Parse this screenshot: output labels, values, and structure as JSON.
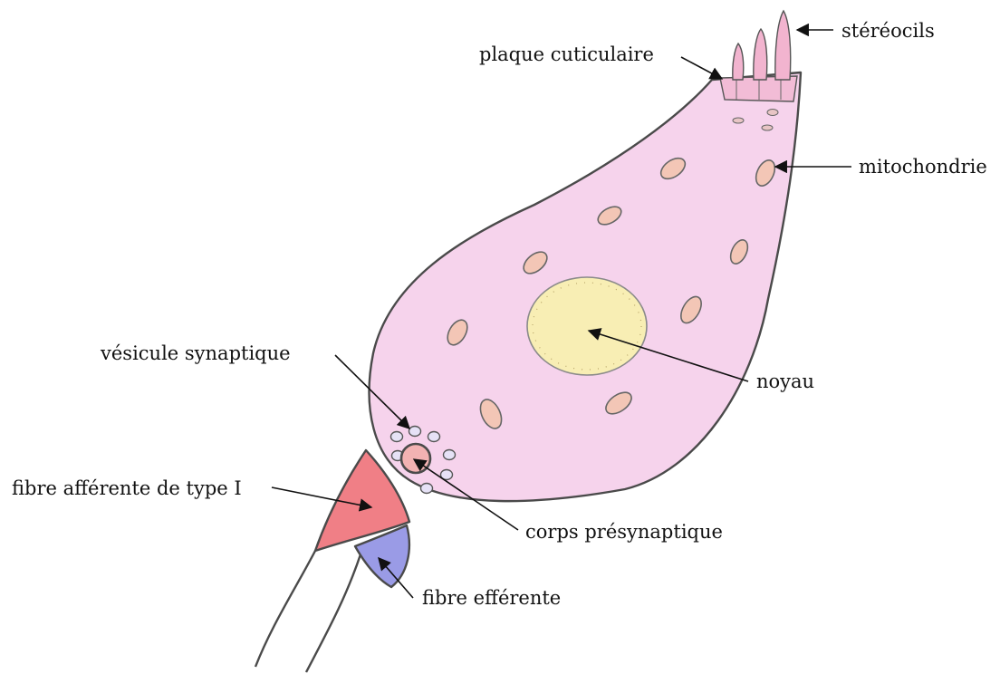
{
  "labels": {
    "stereocils": "stéréocils",
    "plaque_cuticulaire": "plaque cuticulaire",
    "mitochondrie": "mitochondrie",
    "noyau": "noyau",
    "vesicule_synaptique": "vésicule synaptique",
    "fibre_afferente": "fibre afférente de type I",
    "corps_presynaptique": "corps présynaptique",
    "fibre_efferente": "fibre efférente"
  },
  "colors": {
    "cell_body": "#f6d3ec",
    "nucleus": "#f8eeb4",
    "mitochondria": "#f3c6b6",
    "afferent_fiber": "#f07f86",
    "efferent_fiber": "#9a9be6",
    "stereocilia": "#f2b4cf",
    "outline": "#4a4a4a"
  }
}
